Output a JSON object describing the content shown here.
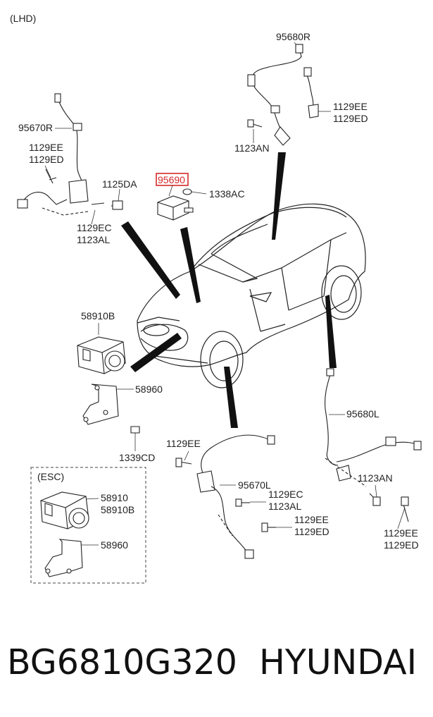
{
  "diagram": {
    "variant_tag": "(LHD)",
    "highlight_color": "#d62a2a",
    "highlighted_part": "95690",
    "labels": {
      "p95680R": "95680R",
      "p1129EE_r1": "1129EE",
      "p1129ED_r1": "1129ED",
      "p1123AN_r": "1123AN",
      "p95670R": "95670R",
      "p1129EE_l1": "1129EE",
      "p1129ED_l1": "1129ED",
      "p1125DA": "1125DA",
      "p95690": "95690",
      "p1338AC": "1338AC",
      "p1129EC_l": "1129EC",
      "p1123AL_l": "1123AL",
      "p58910B": "58910B",
      "p58960": "58960",
      "p1339CD": "1339CD",
      "esc_title": "(ESC)",
      "esc_58910": "58910",
      "esc_58910B": "58910B",
      "esc_58960": "58960",
      "p1129EE_fl": "1129EE",
      "p95670L": "95670L",
      "p1129EC_fl": "1129EC",
      "p1123AL_fl": "1123AL",
      "p1129EE_fl2": "1129EE",
      "p1129ED_fl2": "1129ED",
      "p95680L": "95680L",
      "p1123AN_rl": "1123AN",
      "p1129EE_rl": "1129EE",
      "p1129ED_rl": "1129ED"
    }
  },
  "footer": {
    "part_number": "BG6810G320",
    "brand": "HYUNDAI"
  }
}
